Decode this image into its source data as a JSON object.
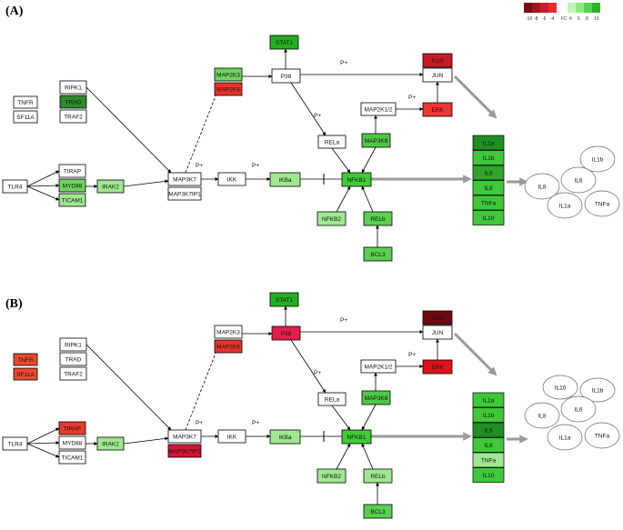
{
  "legend": {
    "ticks": [
      "-10",
      "-8",
      "-6",
      "-4",
      "FC",
      "4",
      "6",
      "8",
      "10"
    ],
    "swatches": [
      "#7a0a12",
      "#a3141f",
      "#cc1c2a",
      "#f02a30",
      "#bff7b8",
      "#8ce883",
      "#52d44c",
      "#29b42a"
    ]
  },
  "edge_labels": {
    "phos": "P+"
  },
  "panels": [
    {
      "label": "(A)",
      "nodes": {
        "TNFR": {
          "text": "TNFR",
          "fill": "#ffffff"
        },
        "SF11A": {
          "text": "SF11A",
          "fill": "#ffffff"
        },
        "RIPK1": {
          "text": "RIPK1",
          "fill": "#ffffff"
        },
        "TRAD": {
          "text": "TRAD",
          "fill": "#2f8a2a"
        },
        "TRAF2": {
          "text": "TRAF2",
          "fill": "#ffffff"
        },
        "TLR4": {
          "text": "TLR4",
          "fill": "#ffffff"
        },
        "TIRAP": {
          "text": "TIRAP",
          "fill": "#ffffff"
        },
        "MYD88": {
          "text": "MYD88",
          "fill": "#6fd25f"
        },
        "TICAM1": {
          "text": "TICAM1",
          "fill": "#9fe891"
        },
        "IRAK2": {
          "text": "IRAK2",
          "fill": "#9fe891"
        },
        "MAP3K7": {
          "text": "MAP3K7",
          "fill": "#ffffff"
        },
        "MAP3K7IP1": {
          "text": "MAP3K7IP1",
          "fill": "#ffffff"
        },
        "MAP2K3": {
          "text": "MAP2K3",
          "fill": "#6fd25f"
        },
        "MAP2K6": {
          "text": "MAP2K6",
          "fill": "#e8332a"
        },
        "STAT1": {
          "text": "STAT1",
          "fill": "#22b022"
        },
        "P38": {
          "text": "P38",
          "fill": "#ffffff"
        },
        "FOS": {
          "text": "FOS",
          "fill": "#c81a24"
        },
        "JUN": {
          "text": "JUN",
          "fill": "#ffffff"
        },
        "MAP2K1_2": {
          "text": "MAP2K1/2",
          "fill": "#ffffff"
        },
        "ERK": {
          "text": "ERK",
          "fill": "#ea3832"
        },
        "RELa": {
          "text": "RELa",
          "fill": "#ffffff"
        },
        "MAP3K8": {
          "text": "MAP3K8",
          "fill": "#4fc845"
        },
        "IKK": {
          "text": "IKK",
          "fill": "#ffffff"
        },
        "IKBa": {
          "text": "IKBa",
          "fill": "#9fe891"
        },
        "NFKB1": {
          "text": "NFKB1",
          "fill": "#3fcc38"
        },
        "NFKB2": {
          "text": "NFKB2",
          "fill": "#9fe891"
        },
        "RELb": {
          "text": "RELb",
          "fill": "#5ad04f"
        },
        "BCL3": {
          "text": "BCL3",
          "fill": "#5ad04f"
        }
      },
      "output_list": [
        {
          "text": "IL1a",
          "fill": "#1f8f24"
        },
        {
          "text": "IL1b",
          "fill": "#3ec83a"
        },
        {
          "text": "IL6",
          "fill": "#2fa52c"
        },
        {
          "text": "IL8",
          "fill": "#3ec83a"
        },
        {
          "text": "TNFa",
          "fill": "#3ec83a"
        },
        {
          "text": "IL10",
          "fill": "#3ec83a"
        }
      ],
      "cytokines": [
        "IL1b",
        "IL8",
        "IL6",
        "IL1a",
        "TNFa"
      ]
    },
    {
      "label": "(B)",
      "nodes": {
        "TNFR": {
          "text": "TNFR",
          "fill": "#ea4a2c"
        },
        "SF11A": {
          "text": "SF11A",
          "fill": "#ea4a2c"
        },
        "RIPK1": {
          "text": "RIPK1",
          "fill": "#ffffff"
        },
        "TRAD": {
          "text": "TRAD",
          "fill": "#ffffff"
        },
        "TRAF2": {
          "text": "TRAF2",
          "fill": "#ffffff"
        },
        "TLR4": {
          "text": "TLR4",
          "fill": "#ffffff"
        },
        "TIRAP": {
          "text": "TIRAP",
          "fill": "#ea3a2e"
        },
        "MYD88": {
          "text": "MYD88",
          "fill": "#ffffff"
        },
        "TICAM1": {
          "text": "TICAM1",
          "fill": "#ffffff"
        },
        "IRAK2": {
          "text": "IRAK2",
          "fill": "#9fe891"
        },
        "MAP3K7": {
          "text": "MAP3K7",
          "fill": "#ffffff"
        },
        "MAP3K7IP1": {
          "text": "MAP3K7IP1",
          "fill": "#d41636"
        },
        "MAP2K3": {
          "text": "MAP2K3",
          "fill": "#ffffff"
        },
        "MAP2K6": {
          "text": "MAP2K6",
          "fill": "#e8332a"
        },
        "STAT1": {
          "text": "STAT1",
          "fill": "#22b022"
        },
        "P38": {
          "text": "P38",
          "fill": "#e21e4a"
        },
        "FOS": {
          "text": "FOS",
          "fill": "#6e0a10"
        },
        "JUN": {
          "text": "JUN",
          "fill": "#ffffff"
        },
        "MAP2K1_2": {
          "text": "MAP2K1/2",
          "fill": "#ffffff"
        },
        "ERK": {
          "text": "ERK",
          "fill": "#e0121a"
        },
        "RELa": {
          "text": "RELa",
          "fill": "#ffffff"
        },
        "MAP3K8": {
          "text": "MAP3K8",
          "fill": "#4fc845"
        },
        "IKK": {
          "text": "IKK",
          "fill": "#ffffff"
        },
        "IKBa": {
          "text": "IKBa",
          "fill": "#9fe891"
        },
        "NFKB1": {
          "text": "NFKB1",
          "fill": "#3fcc38"
        },
        "NFKB2": {
          "text": "NFKB2",
          "fill": "#9fe891"
        },
        "RELb": {
          "text": "RELb",
          "fill": "#9fe891"
        },
        "BCL3": {
          "text": "BCL3",
          "fill": "#5ad04f"
        }
      },
      "output_list": [
        {
          "text": "IL1a",
          "fill": "#3ec83a"
        },
        {
          "text": "IL1b",
          "fill": "#3ec83a"
        },
        {
          "text": "IL6",
          "fill": "#1f8f24"
        },
        {
          "text": "IL8",
          "fill": "#3ec83a"
        },
        {
          "text": "TNFa",
          "fill": "#9fe891"
        },
        {
          "text": "IL10",
          "fill": "#3ec83a"
        }
      ],
      "cytokines": [
        "IL10",
        "IL1b",
        "IL8",
        "IL6",
        "IL1a",
        "TNFa"
      ]
    }
  ]
}
